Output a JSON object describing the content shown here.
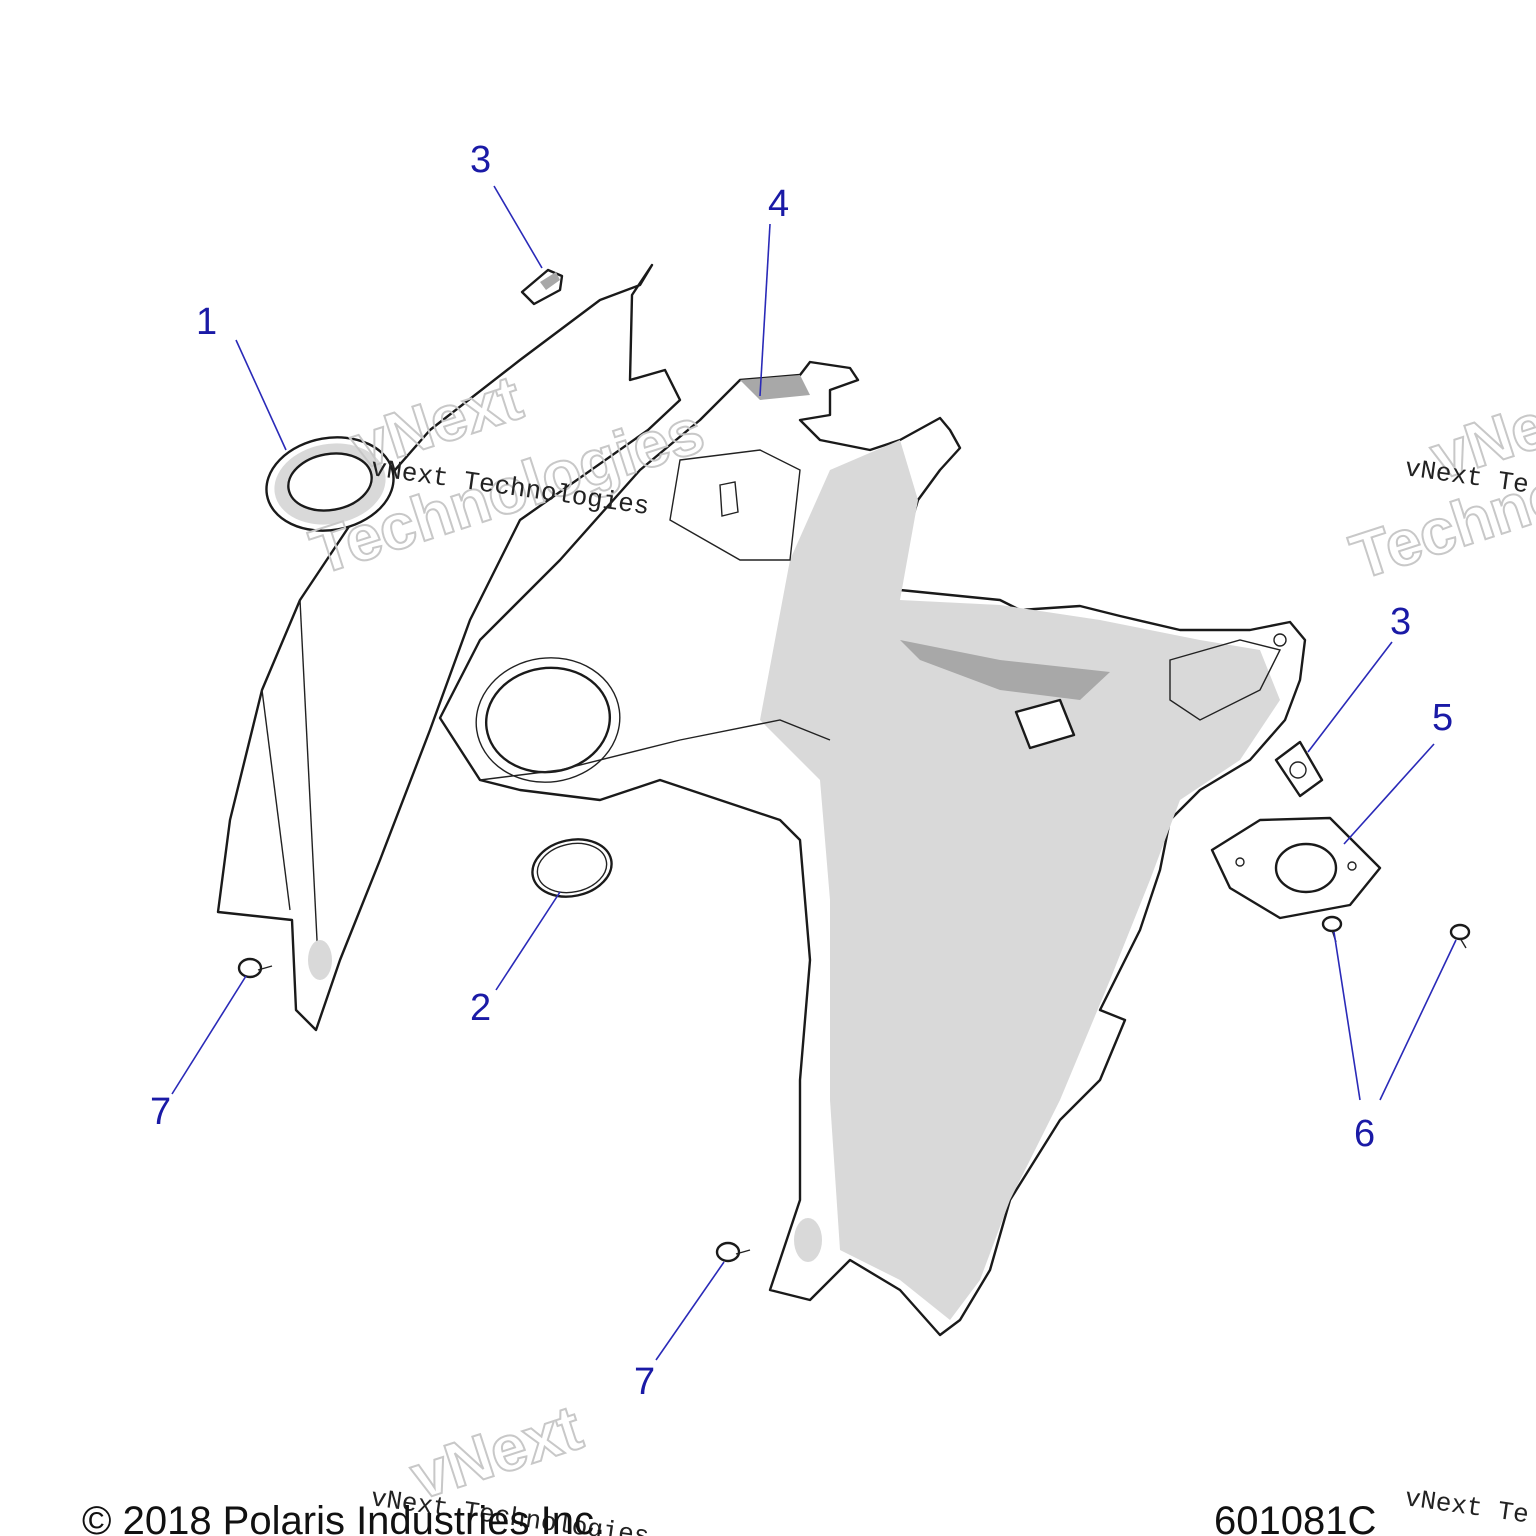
{
  "callouts": {
    "c1": "1",
    "c2": "2",
    "c3a": "3",
    "c3b": "3",
    "c4": "4",
    "c5": "5",
    "c6": "6",
    "c7a": "7",
    "c7b": "7"
  },
  "watermark": {
    "brand": "vNext",
    "brand_sub": "Technologies",
    "line": "vNext Technologies",
    "line_right": "vNext Te",
    "brand_right": "vNe",
    "brand_sub_right": "Technologie"
  },
  "footer": {
    "copyright": "© 2018 Polaris Industries Inc.",
    "figure_id": "601081C"
  },
  "colors": {
    "callout": "#1a1aa6",
    "leader": "#2a2ab8",
    "shade": "#d9d9d9"
  }
}
